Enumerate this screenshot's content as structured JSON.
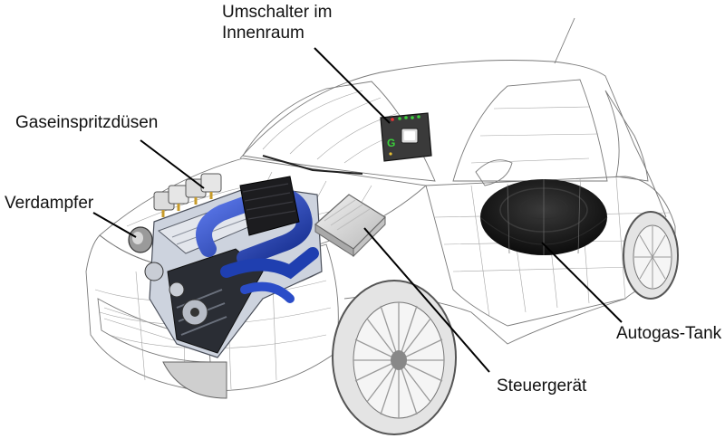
{
  "labels": {
    "switch_line1": "Umschalter im",
    "switch_line2": "Innenraum",
    "injectors": "Gaseinspritzdüsen",
    "vaporizer": "Verdampfer",
    "tank": "Autogas-Tank",
    "ecu": "Steuergerät"
  },
  "switch_display": {
    "letter": "G"
  },
  "colors": {
    "engine_blue": "#1f3fb0",
    "tank": "#141414",
    "switch_body": "#3a3a3a",
    "led_green": "#3bd13b"
  }
}
